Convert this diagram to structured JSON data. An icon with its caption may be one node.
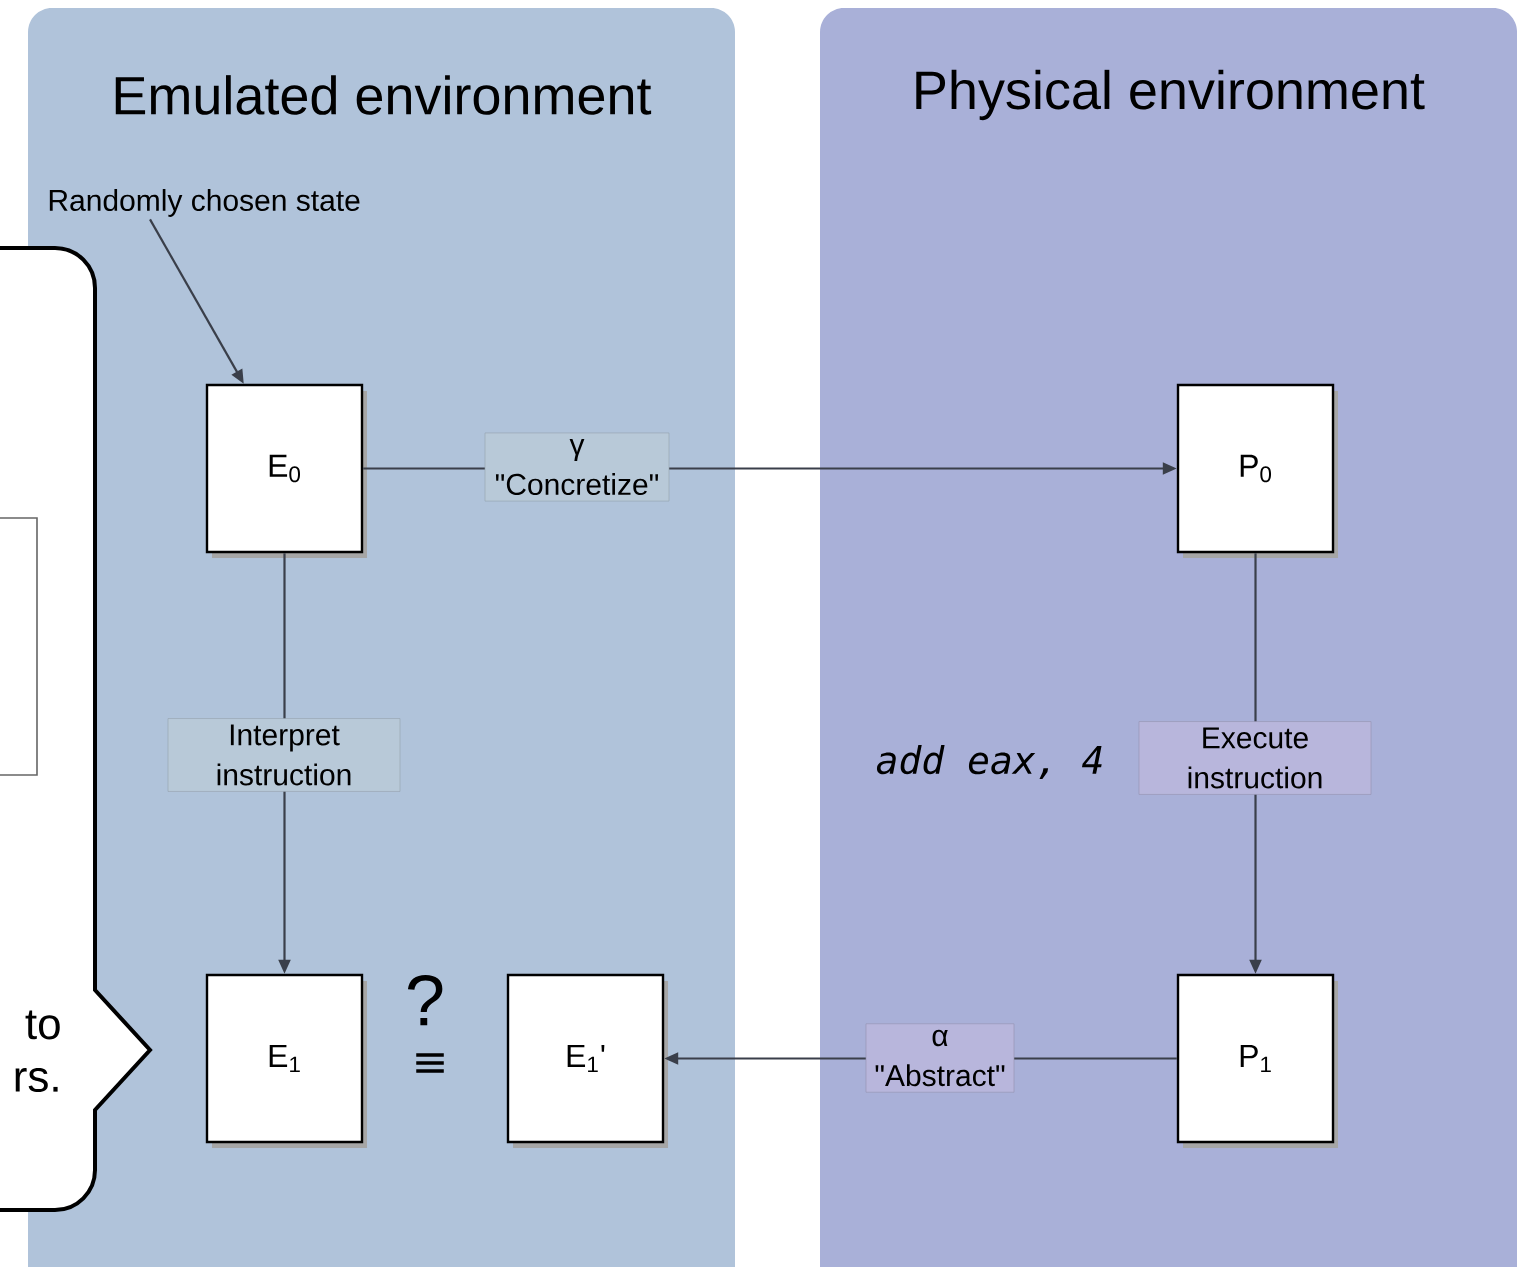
{
  "diagram": {
    "nodes": [
      {
        "text": [
          "Emulated environment"
        ]
      },
      {
        "text": [
          "Physical environment"
        ]
      },
      {
        "text": [
          "to",
          "rs."
        ]
      },
      {
        "text": [],
        "shape": "box",
        "in": 2
      },
      {
        "text": [
          "Randomly chosen state"
        ],
        "in": 0
      },
      {
        "text": [
          "E$_{0}$"
        ],
        "in": 0
      },
      {
        "text": [
          "E$_{1}$"
        ],
        "in": 0
      },
      {
        "text": [
          "E$_{1}$'"
        ],
        "in": 0
      },
      {
        "text": [
          "P$_{0}$"
        ],
        "in": 1
      },
      {
        "text": [
          "P$_{1}$"
        ],
        "in": 1
      }
    ],
    "edges": [
      {
        "from": 4,
        "to": 5,
        "arrow": "to"
      },
      {
        "from": 5,
        "to": 8,
        "arrow": "to",
        "label": "γ \"Concretize\""
      },
      {
        "from": 5,
        "to": 6,
        "arrow": "to",
        "label": "Interpret instruction"
      },
      {
        "from": 8,
        "to": 9,
        "arrow": "to",
        "label": "Execute instruction"
      },
      {
        "from": 9,
        "to": 7,
        "arrow": "to",
        "label": "α \"Abstract\""
      }
    ],
    "labels": [
      "?",
      "≡",
      "add eax, 4"
    ]
  }
}
